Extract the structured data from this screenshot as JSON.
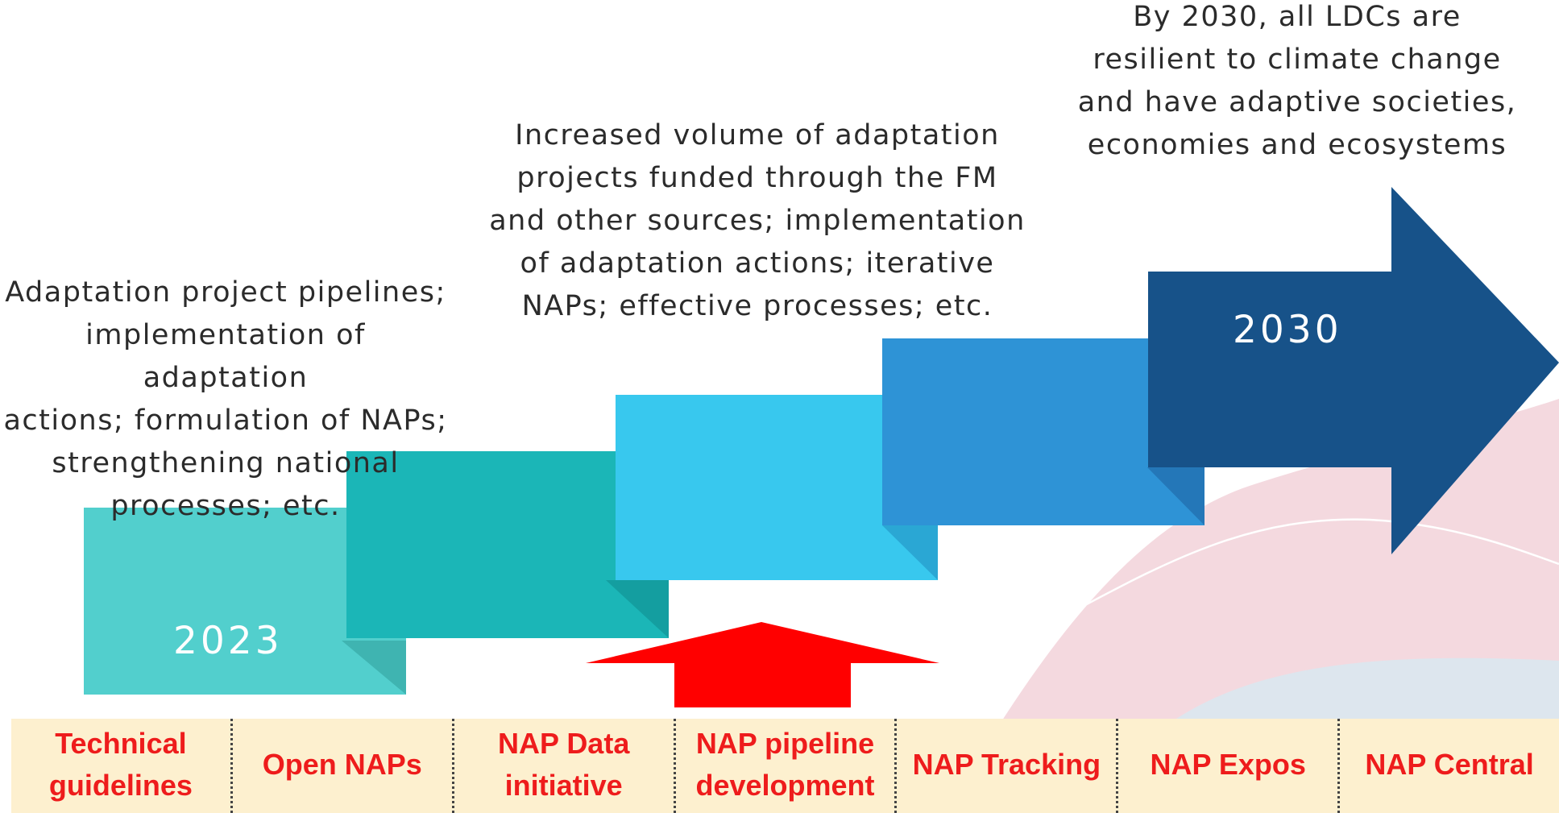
{
  "diagram": {
    "start_year": "2023",
    "end_year": "2030",
    "notes": {
      "left": "Adaptation project pipelines;\nimplementation of adaptation\nactions; formulation of NAPs;\nstrengthening national\nprocesses; etc.",
      "middle": "Increased volume of adaptation\nprojects funded through the FM\nand other sources; implementation\nof adaptation actions;  iterative\nNAPs; effective processes; etc.",
      "right": "By 2030, all LDCs are\nresilient to climate change\nand have adaptive societies,\neconomies and ecosystems"
    },
    "tools": [
      "Technical\nguidelines",
      "Open NAPs",
      "NAP Data\ninitiative",
      "NAP pipeline\ndevelopment",
      "NAP Tracking",
      "NAP Expos",
      "NAP Central"
    ],
    "colors": {
      "step_1": "#52cfcd",
      "step_2": "#1bb6b7",
      "step_3": "#38c8ee",
      "step_4": "#2e93d6",
      "step_5_arrow": "#175289",
      "highlight_arrow": "#ff0000",
      "tool_text": "#ee1c1c",
      "tool_strip": "#fdf0cf"
    }
  }
}
